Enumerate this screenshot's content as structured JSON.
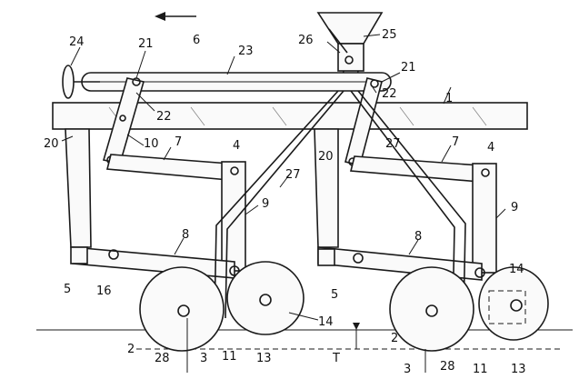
{
  "figure": {
    "labels": {
      "direction": "6",
      "frame": "1",
      "crank": "24",
      "rod": "23",
      "pivot_left": "21",
      "pivot_right": "21",
      "pin_left": "22",
      "pin_right": "22",
      "hopper": "25",
      "flap": "26",
      "bracket_left": "20",
      "bracket_right": "20",
      "lever": "10",
      "upper_link_left": "7",
      "upper_link_right": "7",
      "post_left": "4",
      "post_right": "4",
      "arm_left": "9",
      "arm_right": "9",
      "tube_left": "27",
      "tube_right": "27",
      "lower_link_left": "8",
      "lower_link_right": "8",
      "block_left": "5",
      "block_right": "5",
      "bolt": "16",
      "wheel_front_left": "2",
      "wheel_front_right": "2",
      "coulter_left": "28",
      "coulter_right": "28",
      "axle_left": "3",
      "axle_right": "3",
      "scraper_left": "11",
      "scraper_right": "11",
      "press_wheel_left": "13",
      "press_wheel_right": "13",
      "press_cover_left": "14",
      "press_cover_right": "14",
      "depth_marker": "T"
    }
  }
}
